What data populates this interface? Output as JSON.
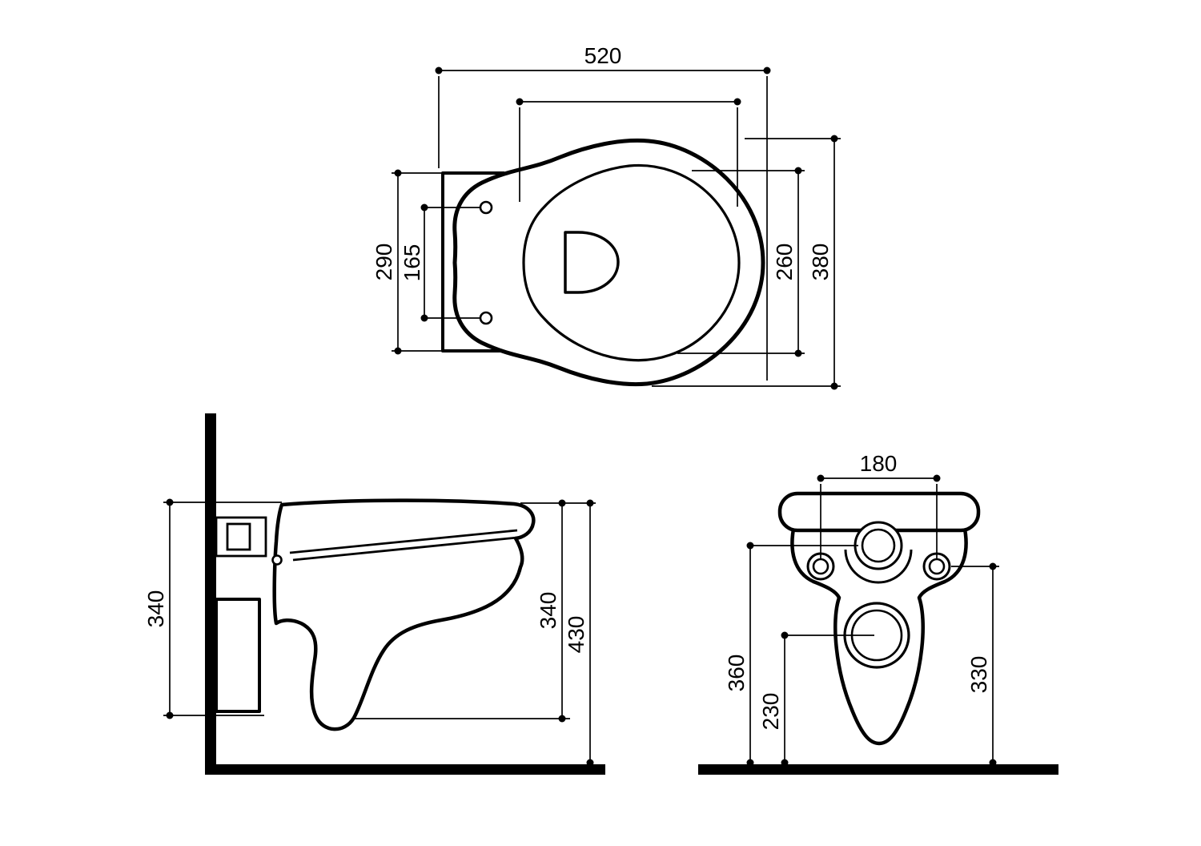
{
  "drawing": {
    "background": "#ffffff",
    "line_color": "#000000"
  },
  "top_view": {
    "overall_length": "520",
    "fixing_plate_span": "290",
    "hinge_hole_span": "165",
    "bowl_length": "260",
    "overall_width": "380"
  },
  "side_view": {
    "fixing_height": "340",
    "bowl_bottom_height": "340",
    "overall_height": "430"
  },
  "front_view": {
    "fixing_hole_spacing": "180",
    "inlet_center_height": "360",
    "drain_center_height": "230",
    "fixing_hole_height": "330"
  }
}
